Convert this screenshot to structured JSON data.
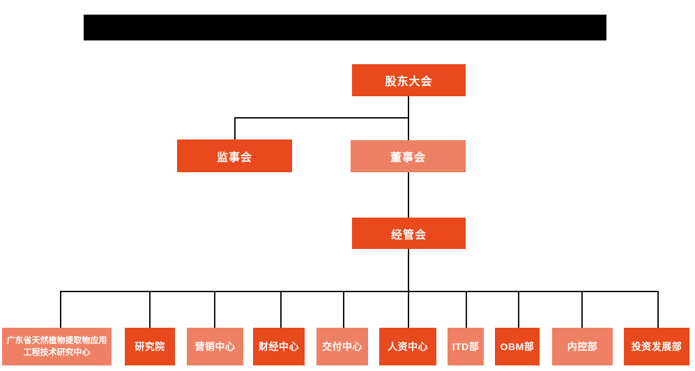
{
  "colors": {
    "background": "#FFFFFF",
    "box-dark": "#E8491D",
    "box-light": "#EE8165",
    "line": "#111111",
    "redacted": "#000000"
  },
  "title_bar": {
    "type": "redacted-black-bar",
    "text": ""
  },
  "org_chart": {
    "root": {
      "label": "股东大会",
      "variant": "dark"
    },
    "level2": [
      {
        "label": "监事会",
        "variant": "dark"
      },
      {
        "label": "董事会",
        "variant": "light"
      }
    ],
    "level3": {
      "label": "经管会",
      "variant": "dark"
    },
    "departments": [
      {
        "label": "广东省天然植物提取物应用工程技术研究中心",
        "variant": "light"
      },
      {
        "label": "研究院",
        "variant": "dark"
      },
      {
        "label": "营销中心",
        "variant": "light"
      },
      {
        "label": "财经中心",
        "variant": "dark"
      },
      {
        "label": "交付中心",
        "variant": "light"
      },
      {
        "label": "人资中心",
        "variant": "dark"
      },
      {
        "label": "ITD部",
        "variant": "light"
      },
      {
        "label": "OBM部",
        "variant": "dark"
      },
      {
        "label": "内控部",
        "variant": "light"
      },
      {
        "label": "投资发展部",
        "variant": "dark"
      }
    ]
  }
}
